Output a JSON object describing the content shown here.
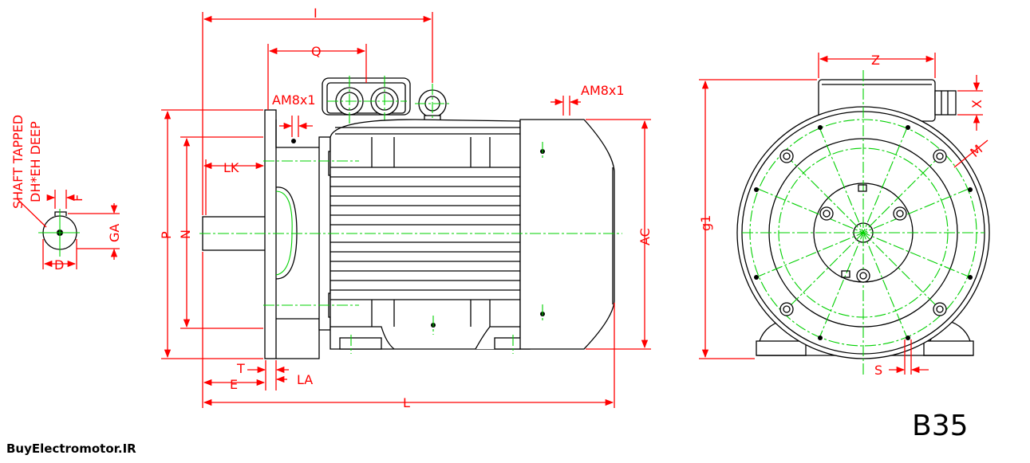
{
  "labels": {
    "shaft_tapped": "SHAFT TAPPED",
    "deep": "DH*EH DEEP",
    "F": "F",
    "GA": "GA",
    "D": "D",
    "I": "I",
    "Q": "Q",
    "AM_left": "AM8x1",
    "AM_right": "AM8x1",
    "LK": "LK",
    "P": "P",
    "N": "N",
    "AC": "AC",
    "T": "T",
    "E": "E",
    "LA": "LA",
    "L": "L",
    "Z": "Z",
    "X": "X",
    "M": "M",
    "g1": "g1",
    "S": "S"
  },
  "model": "B35",
  "brand": "BuyElectromotor.IR",
  "colors": {
    "dimension": "#ff0000",
    "centerline": "#00d000",
    "outline": "#000000"
  }
}
